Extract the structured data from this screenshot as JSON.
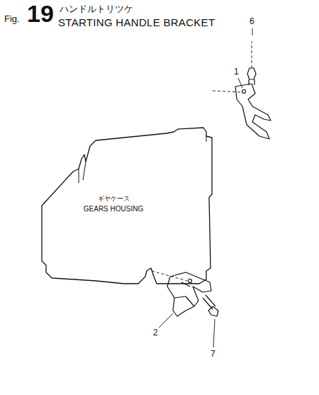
{
  "diagram": {
    "title": "STARTING HANDLE BRACKET",
    "nodes": [
      {
        "text": [
          "ギヤケース",
          "GEARS HOUSING"
        ]
      }
    ],
    "labels": [
      "Fig.",
      "19",
      "ハンドルトリツケ",
      "1",
      "6",
      "2",
      "7"
    ]
  }
}
